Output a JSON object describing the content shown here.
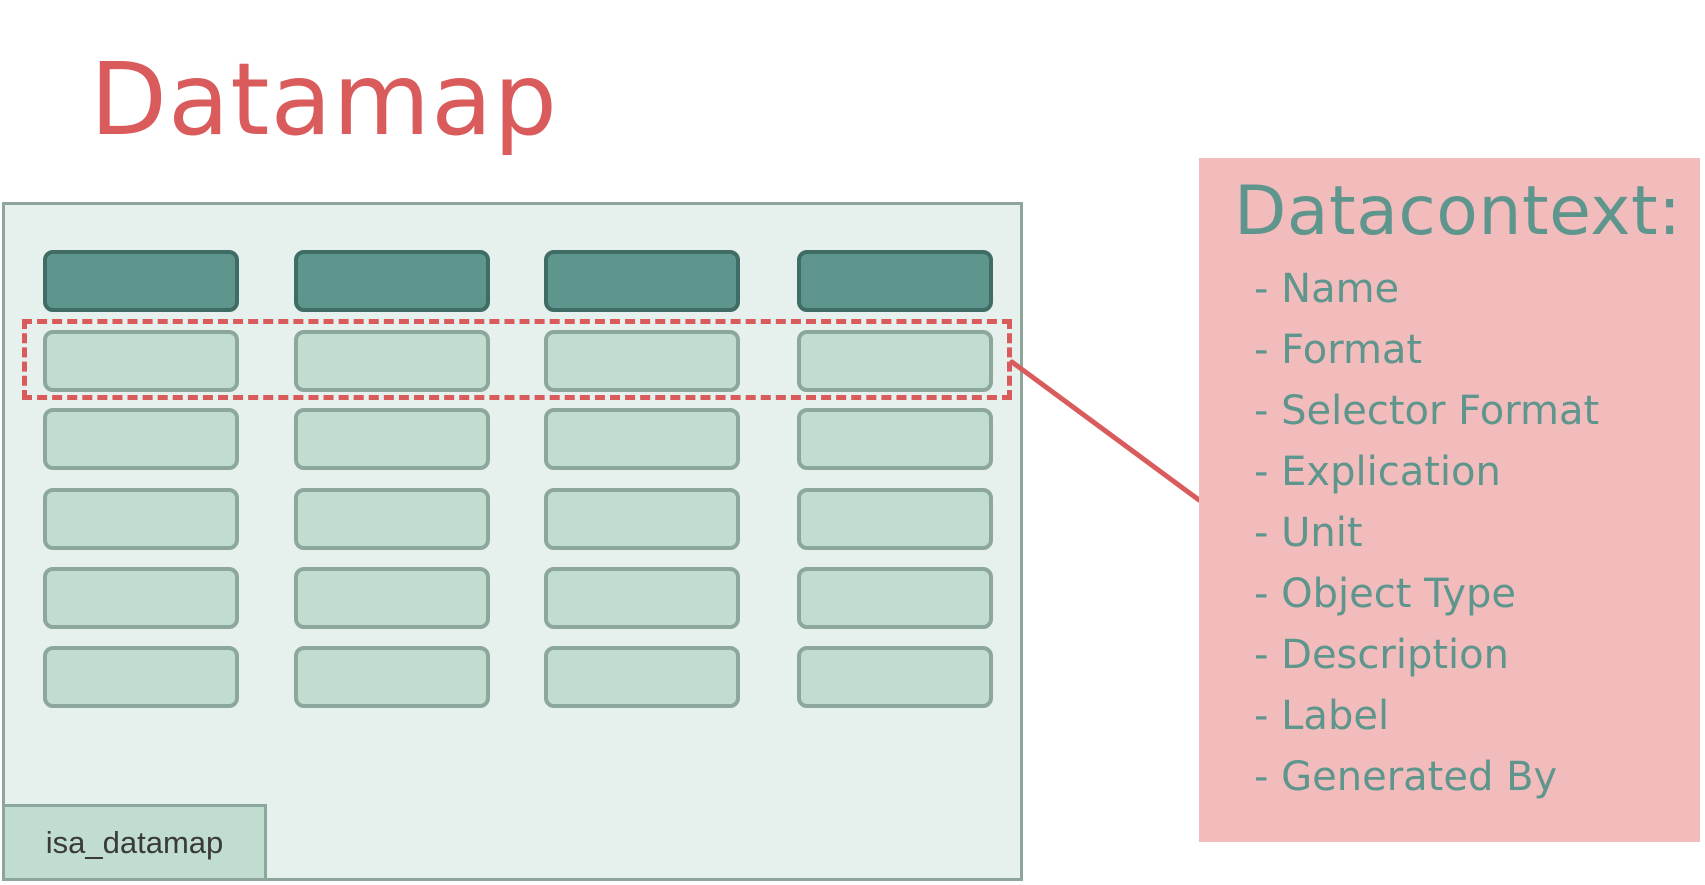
{
  "title": "Datamap",
  "datamap": {
    "label": "isa_datamap",
    "columns": 4,
    "body_rows": 5
  },
  "datacontext": {
    "title": "Datacontext:",
    "items": [
      "- Name",
      "- Format",
      "- Selector Format",
      "- Explication",
      "- Unit",
      "- Object Type",
      "- Description",
      "- Label",
      "- Generated By"
    ]
  },
  "colors": {
    "accent_red": "#d95b5b",
    "header_cell": "#5e958c",
    "body_cell": "#c0ddcf",
    "frame_bg": "#e6f0ec",
    "context_bg": "#f2bcbc",
    "context_text": "#5e958c"
  }
}
